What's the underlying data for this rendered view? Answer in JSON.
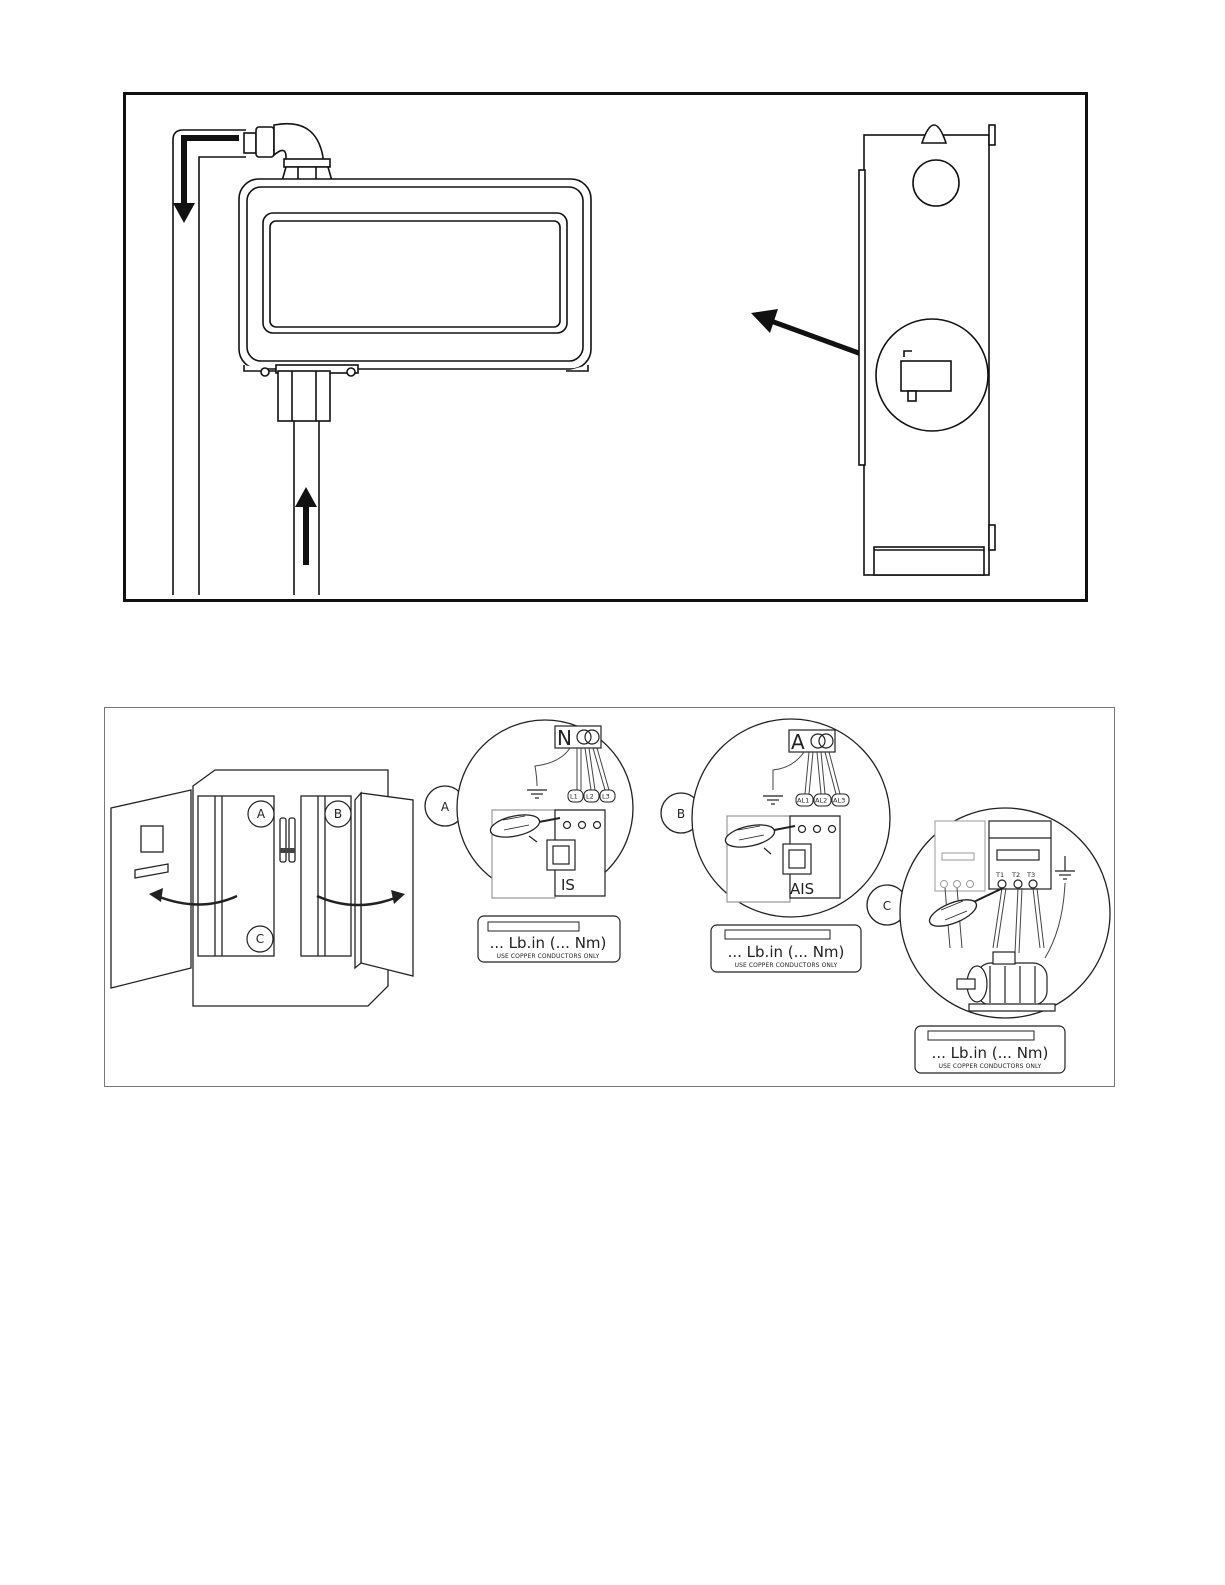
{
  "figure1": {
    "name": "fitting-installation-diagram"
  },
  "figure2": {
    "panel_labels": {
      "a": "A",
      "b": "B",
      "c": "C"
    },
    "detail_a": {
      "callout": "A",
      "source_label": "N",
      "terminals": [
        "L1",
        "L2",
        "L3"
      ],
      "switch_label": "IS",
      "torque_text": "... Lb.in (... Nm)",
      "copper_text": "USE COPPER CONDUCTORS ONLY"
    },
    "detail_b": {
      "callout": "B",
      "source_label": "A",
      "terminals": [
        "AL1",
        "AL2",
        "AL3"
      ],
      "switch_label": "AIS",
      "torque_text": "... Lb.in (... Nm)",
      "copper_text": "USE COPPER CONDUCTORS ONLY"
    },
    "detail_c": {
      "callout": "C",
      "terminals": [
        "T1",
        "T2",
        "T3"
      ],
      "torque_text": "... Lb.in (... Nm)",
      "copper_text": "USE COPPER CONDUCTORS ONLY"
    }
  }
}
